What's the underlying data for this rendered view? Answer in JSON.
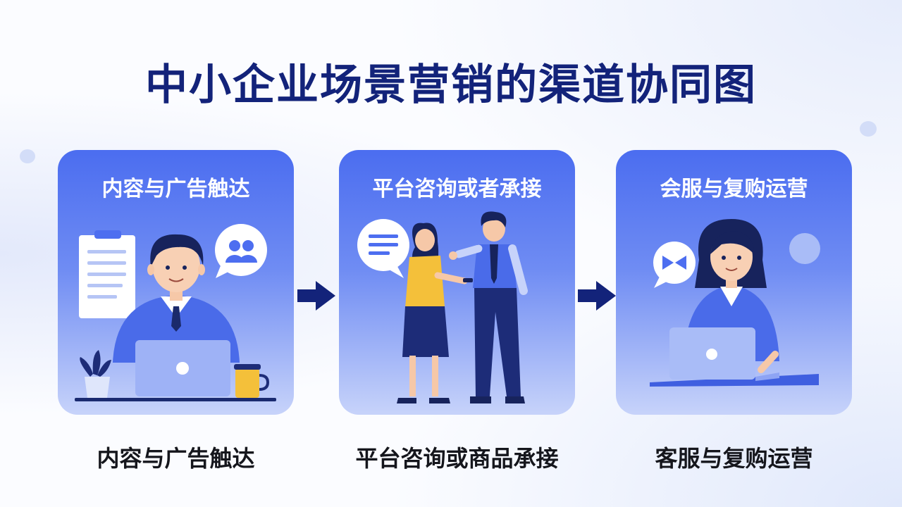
{
  "title": "中小企业场景营销的渠道协同图",
  "colors": {
    "title": "#13237a",
    "card_top": "#4b6df0",
    "card_bottom": "#c7d3fa",
    "arrow": "#13237a"
  },
  "steps": [
    {
      "card_title": "内容与广告触达",
      "caption": "内容与广告触达",
      "icons": [
        "clipboard-icon",
        "chat-bubble-people-icon",
        "laptop-icon",
        "plant-icon",
        "coffee-cup-icon"
      ]
    },
    {
      "card_title": "平台咨询或者承接",
      "caption": "平台咨询或商品承接",
      "icons": [
        "chat-bubble-text-icon",
        "smartphone-icon"
      ]
    },
    {
      "card_title": "会服与复购运营",
      "caption": "客服与复购运营",
      "icons": [
        "chat-bubble-play-icon",
        "laptop-icon"
      ]
    }
  ]
}
